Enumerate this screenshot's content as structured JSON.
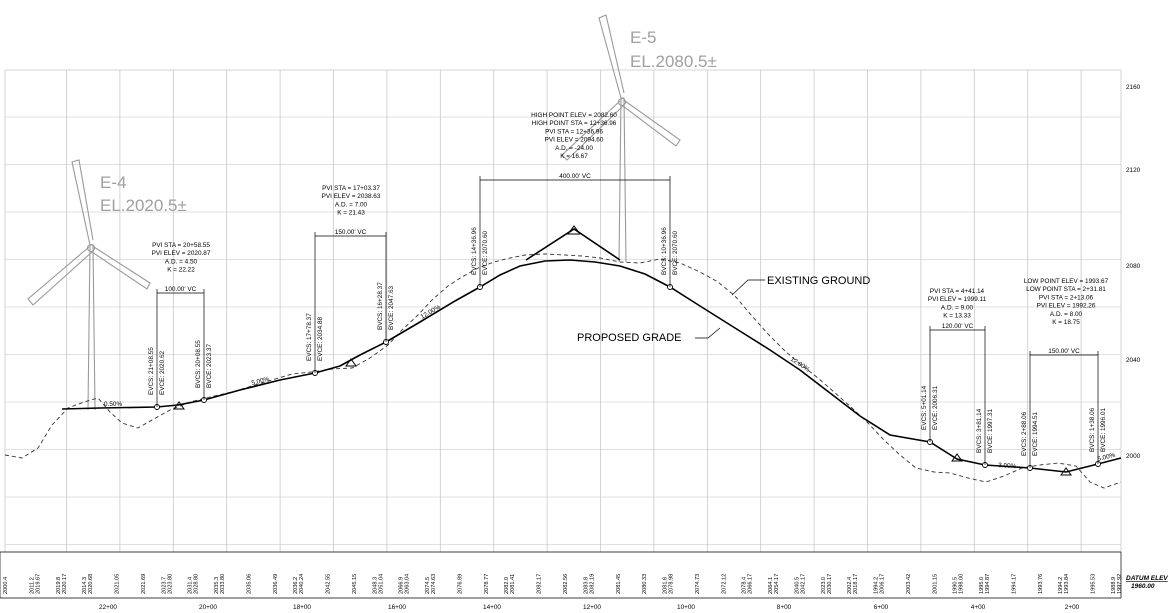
{
  "turbines": [
    {
      "id": "E-4",
      "elev": "EL.2020.5±"
    },
    {
      "id": "E-5",
      "elev": "EL.2080.5±"
    }
  ],
  "elevation_labels": [
    "2160",
    "2120",
    "2080",
    "2040",
    "2000"
  ],
  "datum": {
    "label": "DATUM ELEV",
    "value": "1960.00"
  },
  "stations": [
    "22+00",
    "20+00",
    "18+00",
    "16+00",
    "14+00",
    "12+00",
    "10+00",
    "8+00",
    "6+00",
    "4+00",
    "2+00"
  ],
  "bottom_values": [
    {
      "eg": "2000.4",
      "pg": ""
    },
    {
      "eg": "2011.2",
      "pg": "2019.67"
    },
    {
      "eg": "2019.8",
      "pg": "2020.17"
    },
    {
      "eg": "2014.3",
      "pg": "2020.68"
    },
    {
      "eg": "",
      "pg": "2021.05"
    },
    {
      "eg": "",
      "pg": "2021.69"
    },
    {
      "eg": "2023.7",
      "pg": "2023.80"
    },
    {
      "eg": "2031.4",
      "pg": "2028.80"
    },
    {
      "eg": "2035.3",
      "pg": "2033.80"
    },
    {
      "eg": "",
      "pg": "2035.06"
    },
    {
      "eg": "",
      "pg": "2036.49"
    },
    {
      "eg": "2036.2",
      "pg": "2040.24"
    },
    {
      "eg": "",
      "pg": "2042.55"
    },
    {
      "eg": "",
      "pg": "2045.15"
    },
    {
      "eg": "2048.3",
      "pg": "2051.04"
    },
    {
      "eg": "2066.9",
      "pg": "2063.04"
    },
    {
      "eg": "2074.5",
      "pg": "2074.63"
    },
    {
      "eg": "",
      "pg": "2076.89"
    },
    {
      "eg": "",
      "pg": "2078.77"
    },
    {
      "eg": "2082.0",
      "pg": "2081.41"
    },
    {
      "eg": "",
      "pg": "2082.17"
    },
    {
      "eg": "",
      "pg": "2082.56"
    },
    {
      "eg": "2083.8",
      "pg": "2082.19"
    },
    {
      "eg": "",
      "pg": "2081.45"
    },
    {
      "eg": "",
      "pg": "2080.33"
    },
    {
      "eg": "2081.6",
      "pg": "2078.98"
    },
    {
      "eg": "",
      "pg": "2074.73"
    },
    {
      "eg": "",
      "pg": "2072.12"
    },
    {
      "eg": "2078.4",
      "pg": "2066.17"
    },
    {
      "eg": "2064.1",
      "pg": "2054.17"
    },
    {
      "eg": "2040.5",
      "pg": "2042.17"
    },
    {
      "eg": "2023.0",
      "pg": "2030.17"
    },
    {
      "eg": "2002.4",
      "pg": "2018.17"
    },
    {
      "eg": "1994.2",
      "pg": "2006.17"
    },
    {
      "eg": "",
      "pg": "2003.42"
    },
    {
      "eg": "",
      "pg": "2001.15"
    },
    {
      "eg": "1990.5",
      "pg": "1998.00"
    },
    {
      "eg": "1995.0",
      "pg": "1994.87"
    },
    {
      "eg": "",
      "pg": "1994.17"
    },
    {
      "eg": "",
      "pg": "1993.76"
    },
    {
      "eg": "1994.2",
      "pg": "1993.84"
    },
    {
      "eg": "",
      "pg": "1995.53"
    },
    {
      "eg": "1988.9",
      "pg": "1997.92"
    }
  ],
  "curves": [
    {
      "lines": [
        "PVI STA = 20+58.55",
        "PVI ELEV = 2020.87",
        "A.D. = 4.50",
        "K = 22.22"
      ],
      "vc": "100.00' VC",
      "evcs": "EVCS: 21+08.55",
      "evce": "EVCE: 2020.62",
      "bvcs": "BVCS: 20+08.55",
      "bvce": "BVCE: 2023.37"
    },
    {
      "lines": [
        "PVI STA = 17+03.37",
        "PVI ELEV = 2038.63",
        "A.D. = 7.00",
        "K = 21.43"
      ],
      "vc": "150.00' VC",
      "evcs": "EVCS: 17+78.37",
      "evce": "EVCE: 2034.88",
      "bvcs": "BVCS: 16+28.37",
      "bvce": "BVCE: 2047.63"
    },
    {
      "lines": [
        "HIGH POINT ELEV = 2082.60",
        "HIGH POINT STA = 12+36.96",
        "PVI STA = 12+36.96",
        "PVI ELEV = 2094.60",
        "A.D. = -24.00",
        "K = 16.67"
      ],
      "vc": "400.00' VC",
      "evcs": "EVCS: 14+36.96",
      "evce": "EVCE: 2070.60",
      "bvcs": "BVCS: 10+36.96",
      "bvce": "BVCE: 2070.60"
    },
    {
      "lines": [
        "PVI STA = 4+41.14",
        "PVI ELEV = 1999.11",
        "A.D. = 9.00",
        "K = 13.33"
      ],
      "vc": "120.00' VC",
      "evcs": "EVCS: 5+01.14",
      "evce": "EVCE: 2006.31",
      "bvcs": "BVCS: 3+81.14",
      "bvce": "BVCE: 1997.31"
    },
    {
      "lines": [
        "LOW POINT ELEV = 1993.67",
        "LOW POINT STA = 2+31.81",
        "PVI STA = 2+13.06",
        "PVI ELEV = 1992.26",
        "A.D. = 8.00",
        "K = 18.75"
      ],
      "vc": "150.00' VC",
      "evcs": "EVCS: 2+88.06",
      "evce": "EVCE: 1994.51",
      "bvcs": "BVCS: 1+38.06",
      "bvce": "BVCE: 1996.01"
    }
  ],
  "grades": [
    "0.50%",
    "5.00%",
    "12.00%",
    "12.00%",
    "3.00%",
    "5.00%"
  ],
  "callouts": {
    "existing": "EXISTING GROUND",
    "proposed": "PROPOSED GRADE"
  }
}
